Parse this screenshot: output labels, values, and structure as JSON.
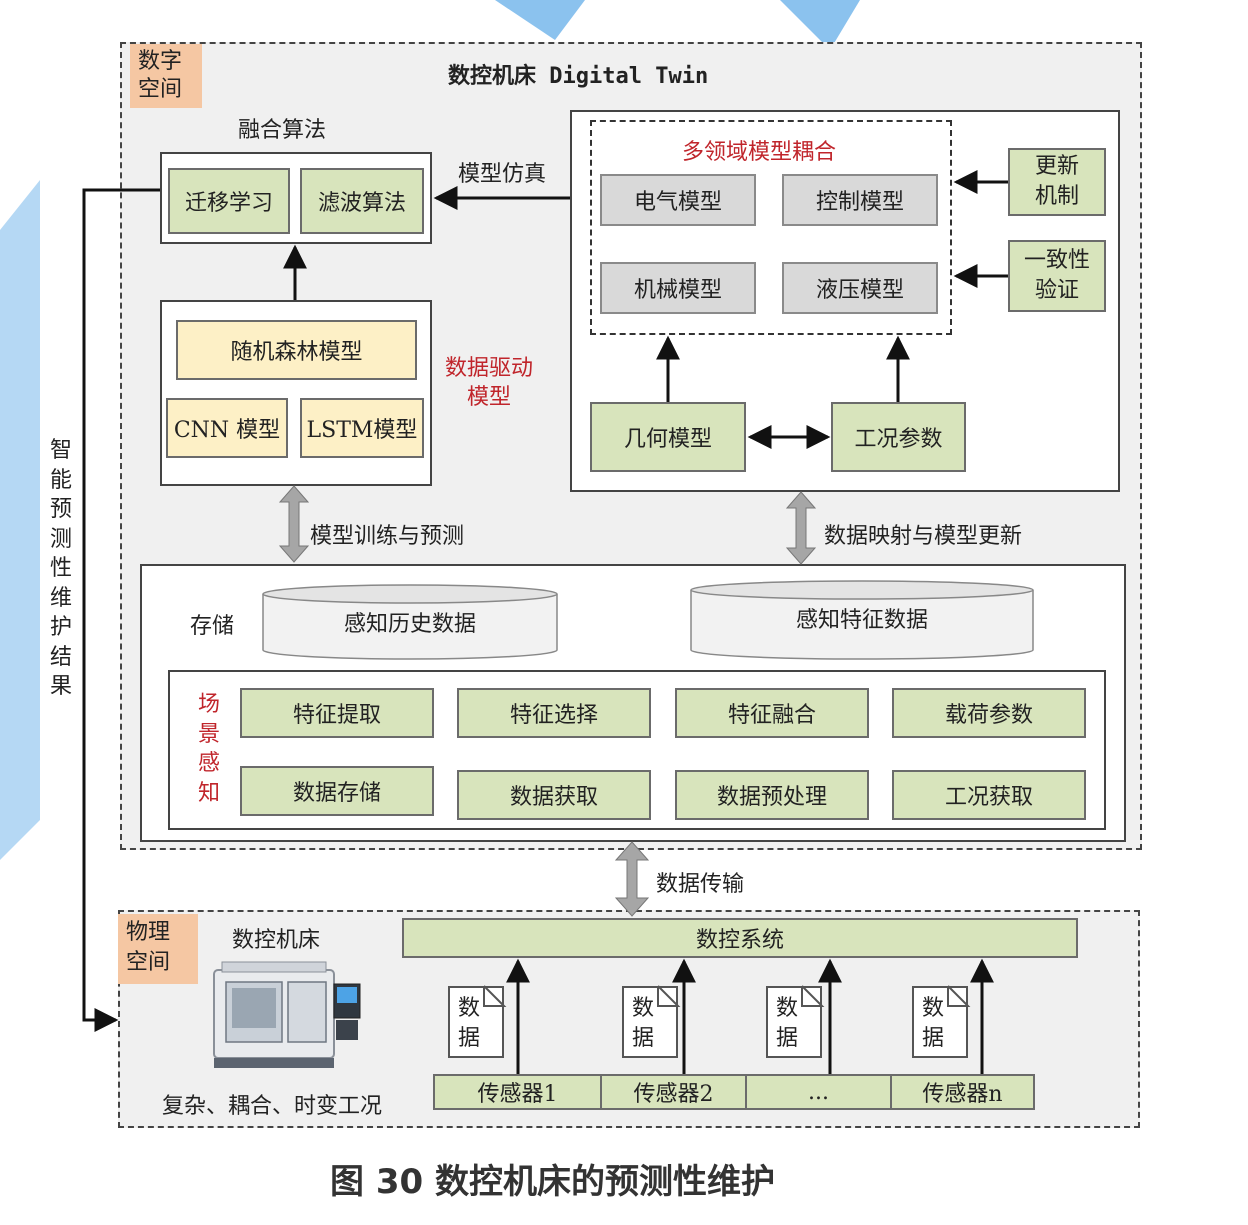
{
  "colors": {
    "region_fill": "#f0f0f0",
    "tag_fill": "#f5c7a3",
    "green_box": "#d8e4bc",
    "yellow_box": "#fdf0c6",
    "grey_box": "#d9d9d9",
    "red_text": "#c0252b",
    "background_accent": "#2c8fe0"
  },
  "digital": {
    "tag": "数字空间",
    "title": "数控机床 Digital Twin",
    "fusion": {
      "title": "融合算法",
      "items": [
        "迁移学习",
        "滤波算法"
      ]
    },
    "data_driven": {
      "label": "数据驱动模型",
      "random_forest": "随机森林模型",
      "cnn": "CNN 模型",
      "lstm": "LSTM模型"
    },
    "sim_label": "模型仿真",
    "multi_domain": {
      "title": "多领域模型耦合",
      "models": [
        "电气模型",
        "控制模型",
        "机械模型",
        "液压模型"
      ]
    },
    "update": "更新机制",
    "consistency": "一致性验证",
    "geometry": "几何模型",
    "conditions": "工况参数",
    "train_label": "模型训练与预测",
    "map_label": "数据映射与模型更新",
    "storage": {
      "label": "存储",
      "history": "感知历史数据",
      "feature": "感知特征数据"
    },
    "scene": {
      "label": "场景感知",
      "row1": [
        "特征提取",
        "特征选择",
        "特征融合",
        "载荷参数"
      ],
      "row2": [
        "数据存储",
        "数据获取",
        "数据预处理",
        "工况获取"
      ]
    }
  },
  "transmission_label": "数据传输",
  "maintenance_result": "智能预测性维护结果",
  "physical": {
    "tag": "物理空间",
    "machine": "数控机床",
    "machine_icon": "cnc-machine-icon",
    "conditions": "复杂、耦合、时变工况",
    "cnc_system": "数控系统",
    "data_doc": "数据",
    "sensors": [
      "传感器1",
      "传感器2",
      "...",
      "传感器n"
    ]
  },
  "caption": "图 30 数控机床的预测性维护"
}
